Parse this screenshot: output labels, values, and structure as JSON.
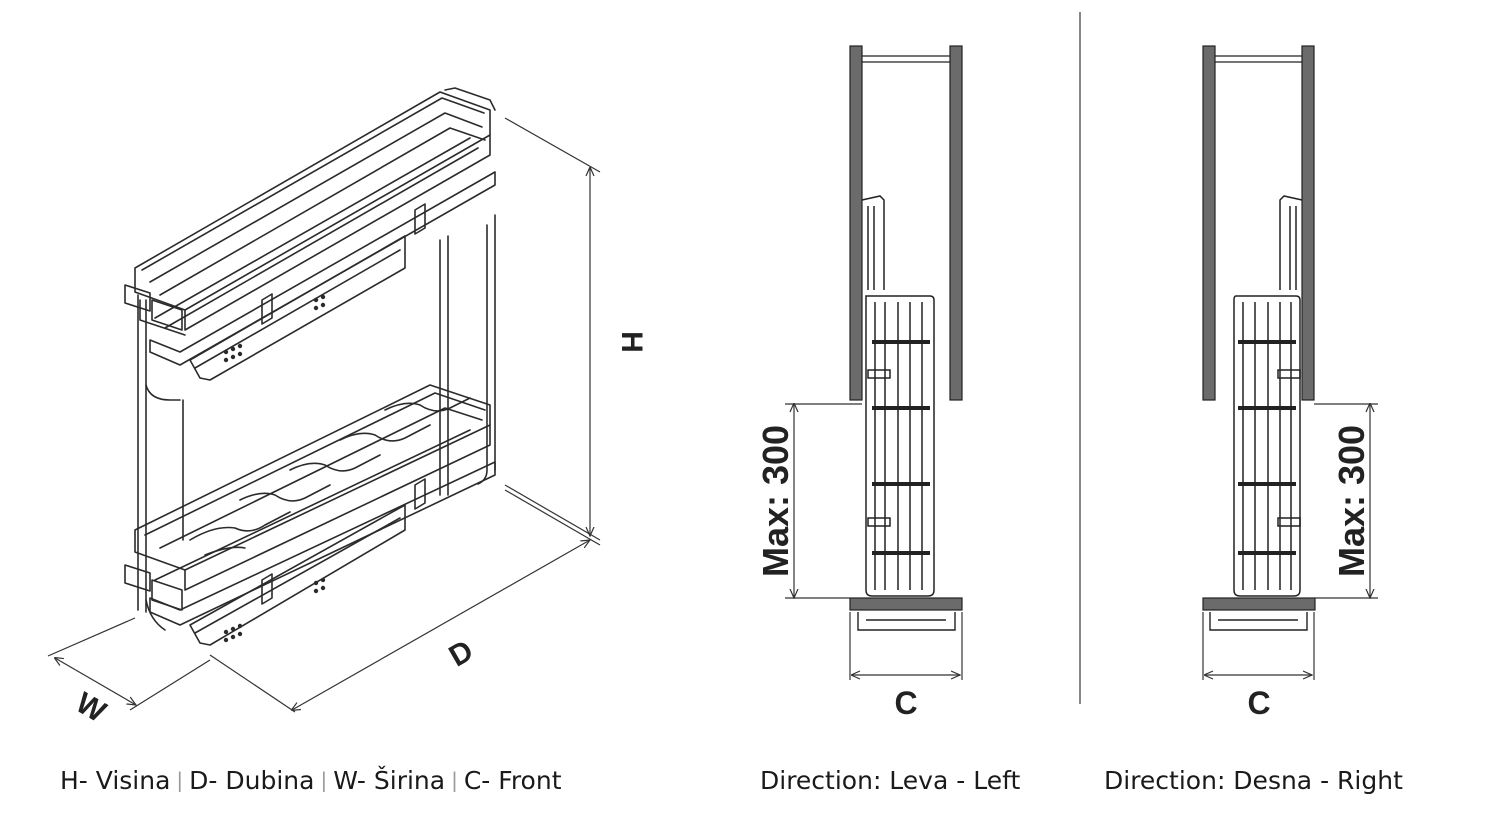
{
  "dimensions": {
    "h_label": "H",
    "d_label": "D",
    "w_label": "W",
    "c_label": "C",
    "max_label": "Max: 300"
  },
  "legend": {
    "h": "H- Visina",
    "d": "D- Dubina",
    "w": "W- Širina",
    "c": "C- Front"
  },
  "directions": {
    "left": "Direction: Leva - Left",
    "right": "Direction: Desna - Right"
  },
  "colors": {
    "line": "#2b2b2b",
    "cabinet_fill": "#6b6b6b",
    "dim_line": "#333333"
  }
}
